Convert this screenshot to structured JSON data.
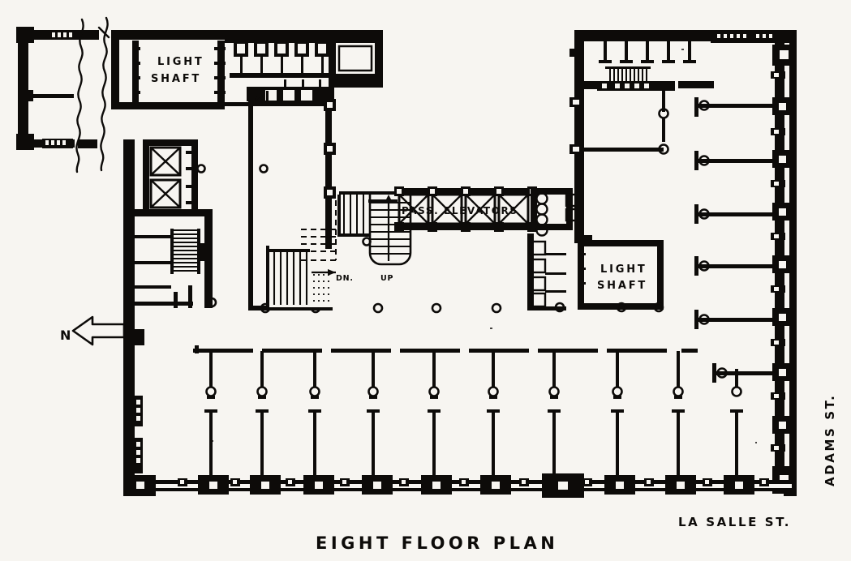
{
  "document": {
    "kind": "architectural-floor-plan",
    "title": "EIGHT FLOOR PLAN",
    "background_color": "#f7f5f1",
    "ink_color": "#0d0b09"
  },
  "title": {
    "text": "EIGHT FLOOR PLAN"
  },
  "streets": {
    "bottom": "LA SALLE ST.",
    "right": "ADAMS ST."
  },
  "compass": {
    "letter": "N",
    "direction": "left"
  },
  "labels": {
    "light_shaft_upper": {
      "line1": "LIGHT",
      "line2": "SHAFT"
    },
    "light_shaft_lower": {
      "line1": "LIGHT",
      "line2": "SHAFT"
    },
    "elevators": "PASS. ELEVATORS",
    "stair_down": "DN.",
    "stair_up": "UP"
  },
  "plan_features": {
    "passenger_elevator_count": 4,
    "freight_elevator_count": 2,
    "light_shaft_count": 2,
    "stair_count": 4,
    "break_line_count": 2,
    "toilet_fixture_count": 4,
    "toilet_stall_count": 4
  }
}
